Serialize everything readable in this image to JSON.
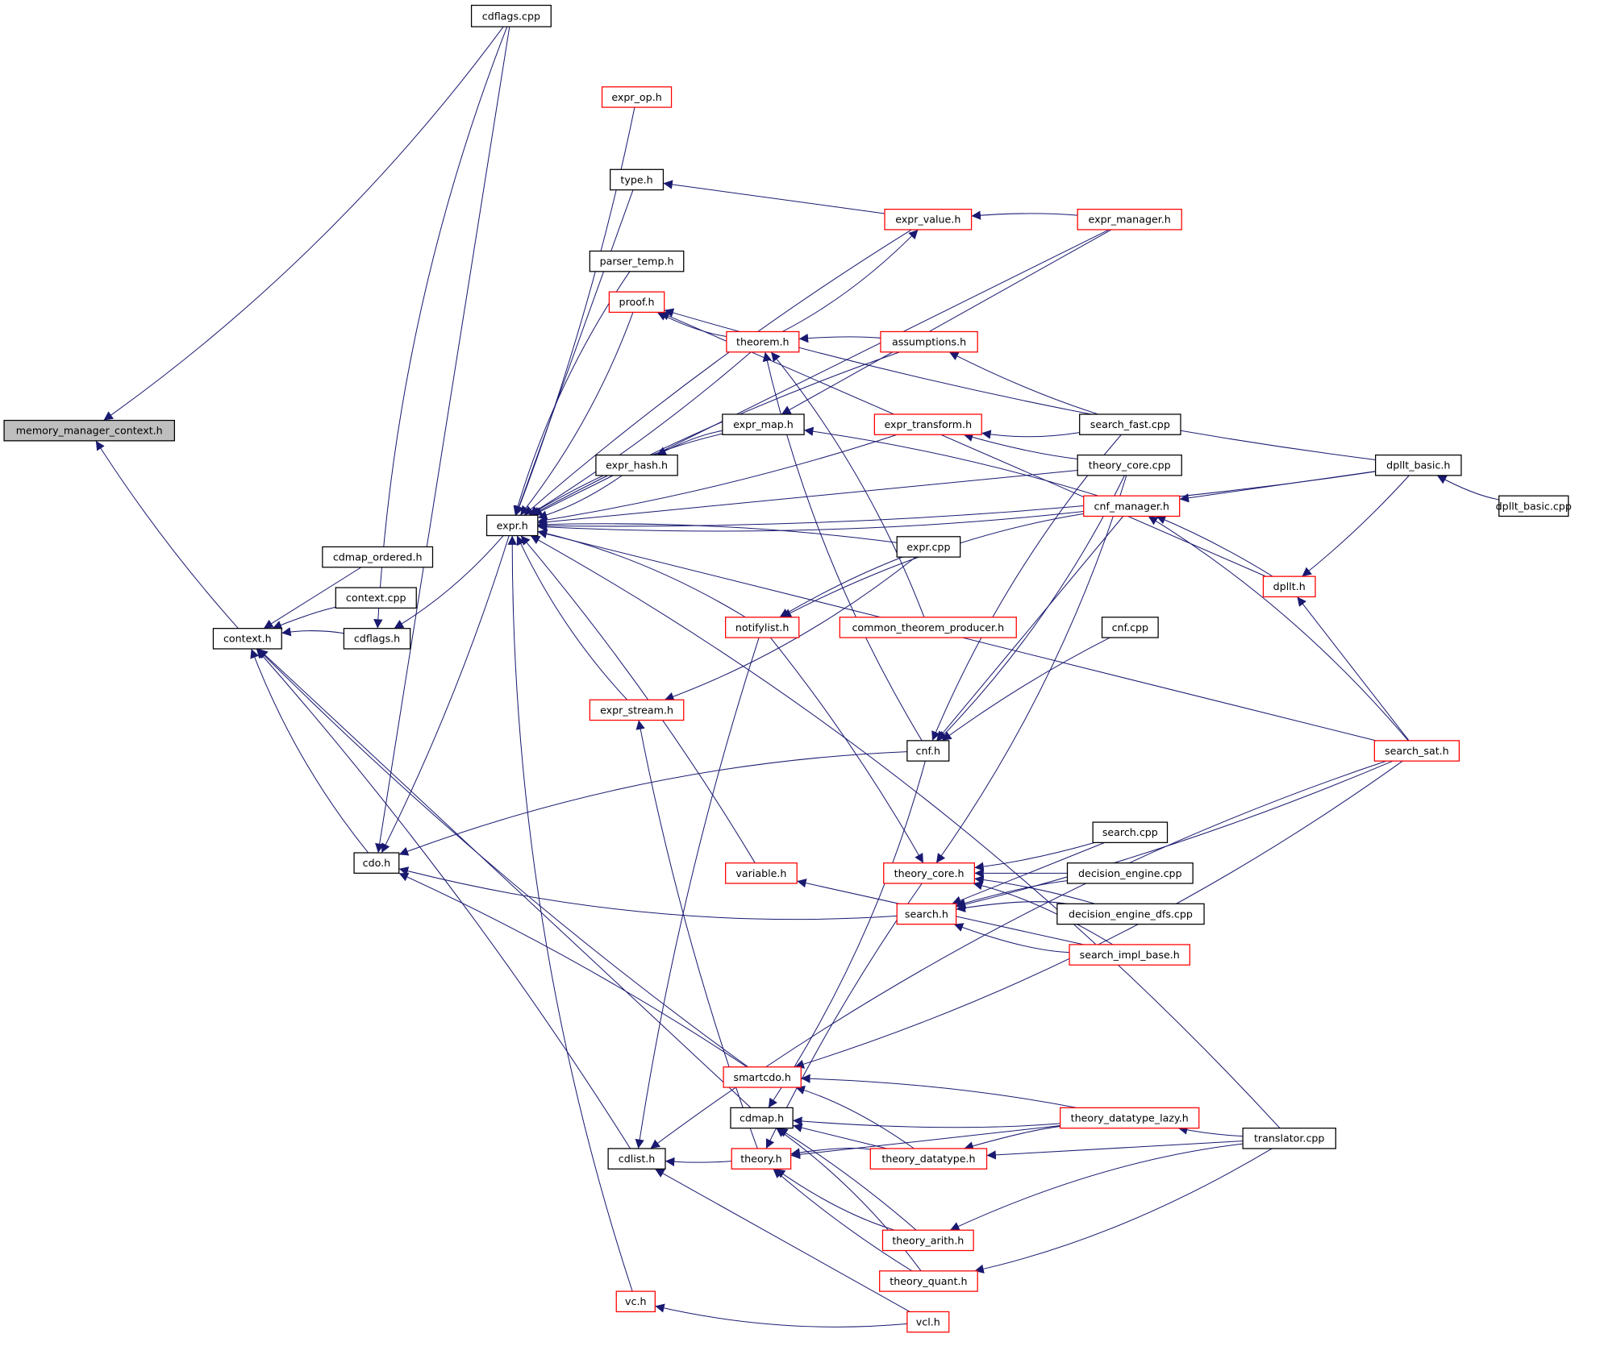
{
  "graph": {
    "edge_color": "#191970",
    "root_fill": "#bfbfbf",
    "border_black": "#000000",
    "border_red": "#ff0000",
    "nodes": [
      {
        "label": "memory_manager_context.h",
        "border": "black",
        "root": true
      },
      {
        "label": "cdflags.cpp",
        "border": "black"
      },
      {
        "label": "expr_op.h",
        "border": "red"
      },
      {
        "label": "type.h",
        "border": "black"
      },
      {
        "label": "expr_value.h",
        "border": "red"
      },
      {
        "label": "expr_manager.h",
        "border": "red"
      },
      {
        "label": "parser_temp.h",
        "border": "black"
      },
      {
        "label": "proof.h",
        "border": "red"
      },
      {
        "label": "theorem.h",
        "border": "red"
      },
      {
        "label": "assumptions.h",
        "border": "red"
      },
      {
        "label": "expr_map.h",
        "border": "black"
      },
      {
        "label": "expr_transform.h",
        "border": "red"
      },
      {
        "label": "search_fast.cpp",
        "border": "black"
      },
      {
        "label": "expr_hash.h",
        "border": "black"
      },
      {
        "label": "theory_core.cpp",
        "border": "black"
      },
      {
        "label": "dpllt_basic.h",
        "border": "black"
      },
      {
        "label": "cnf_manager.h",
        "border": "red"
      },
      {
        "label": "dpllt_basic.cpp",
        "border": "black"
      },
      {
        "label": "expr.h",
        "border": "black"
      },
      {
        "label": "cdmap_ordered.h",
        "border": "black"
      },
      {
        "label": "expr.cpp",
        "border": "black"
      },
      {
        "label": "context.cpp",
        "border": "black"
      },
      {
        "label": "context.h",
        "border": "black"
      },
      {
        "label": "cdflags.h",
        "border": "black"
      },
      {
        "label": "dpllt.h",
        "border": "red"
      },
      {
        "label": "notifylist.h",
        "border": "red"
      },
      {
        "label": "common_theorem_producer.h",
        "border": "red"
      },
      {
        "label": "cnf.cpp",
        "border": "black"
      },
      {
        "label": "expr_stream.h",
        "border": "red"
      },
      {
        "label": "cnf.h",
        "border": "black"
      },
      {
        "label": "search_sat.h",
        "border": "red"
      },
      {
        "label": "search.cpp",
        "border": "black"
      },
      {
        "label": "cdo.h",
        "border": "black"
      },
      {
        "label": "variable.h",
        "border": "red"
      },
      {
        "label": "theory_core.h",
        "border": "red"
      },
      {
        "label": "decision_engine.cpp",
        "border": "black"
      },
      {
        "label": "search.h",
        "border": "red"
      },
      {
        "label": "decision_engine_dfs.cpp",
        "border": "black"
      },
      {
        "label": "search_impl_base.h",
        "border": "red"
      },
      {
        "label": "smartcdo.h",
        "border": "red"
      },
      {
        "label": "cdmap.h",
        "border": "black"
      },
      {
        "label": "theory_datatype_lazy.h",
        "border": "red"
      },
      {
        "label": "translator.cpp",
        "border": "black"
      },
      {
        "label": "cdlist.h",
        "border": "black"
      },
      {
        "label": "theory.h",
        "border": "red"
      },
      {
        "label": "theory_datatype.h",
        "border": "red"
      },
      {
        "label": "theory_arith.h",
        "border": "red"
      },
      {
        "label": "theory_quant.h",
        "border": "red"
      },
      {
        "label": "vc.h",
        "border": "red"
      },
      {
        "label": "vcl.h",
        "border": "red"
      }
    ],
    "edges": [
      [
        "cdflags.cpp",
        "memory_manager_context.h"
      ],
      [
        "context.h",
        "memory_manager_context.h"
      ],
      [
        "cdmap_ordered.h",
        "context.h"
      ],
      [
        "context.cpp",
        "context.h"
      ],
      [
        "cdflags.h",
        "context.h"
      ],
      [
        "cdo.h",
        "context.h"
      ],
      [
        "smartcdo.h",
        "context.h"
      ],
      [
        "cdmap.h",
        "context.h"
      ],
      [
        "cdlist.h",
        "context.h"
      ],
      [
        "cdflags.cpp",
        "cdflags.h"
      ],
      [
        "expr.h",
        "cdflags.h"
      ],
      [
        "expr.h",
        "cdo.h"
      ],
      [
        "cdflags.cpp",
        "cdo.h"
      ],
      [
        "smartcdo.h",
        "cdo.h"
      ],
      [
        "cnf.h",
        "cdo.h"
      ],
      [
        "search.h",
        "cdo.h"
      ],
      [
        "expr_op.h",
        "expr.h"
      ],
      [
        "type.h",
        "expr.h"
      ],
      [
        "expr_value.h",
        "expr.h"
      ],
      [
        "parser_temp.h",
        "expr.h"
      ],
      [
        "proof.h",
        "expr.h"
      ],
      [
        "theorem.h",
        "expr.h"
      ],
      [
        "expr_manager.h",
        "expr.h"
      ],
      [
        "assumptions.h",
        "expr.h"
      ],
      [
        "expr_map.h",
        "expr.h"
      ],
      [
        "expr_hash.h",
        "expr.h"
      ],
      [
        "expr_transform.h",
        "expr.h"
      ],
      [
        "theory_core.cpp",
        "expr.h"
      ],
      [
        "expr.cpp",
        "expr.h"
      ],
      [
        "notifylist.h",
        "expr.h"
      ],
      [
        "expr_stream.h",
        "expr.h"
      ],
      [
        "cnf_manager.h",
        "expr.h"
      ],
      [
        "search_sat.h",
        "expr.h"
      ],
      [
        "variable.h",
        "expr.h"
      ],
      [
        "translator.cpp",
        "expr.h"
      ],
      [
        "vc.h",
        "expr.h"
      ],
      [
        "dpllt_basic.h",
        "expr.h"
      ],
      [
        "expr_value.h",
        "type.h"
      ],
      [
        "expr_manager.h",
        "expr_value.h"
      ],
      [
        "theorem.h",
        "expr_value.h"
      ],
      [
        "theorem.h",
        "proof.h"
      ],
      [
        "dpllt_basic.h",
        "proof.h"
      ],
      [
        "dpllt.h",
        "proof.h"
      ],
      [
        "assumptions.h",
        "theorem.h"
      ],
      [
        "common_theorem_producer.h",
        "theorem.h"
      ],
      [
        "cnf.h",
        "theorem.h"
      ],
      [
        "search_fast.cpp",
        "assumptions.h"
      ],
      [
        "expr_manager.h",
        "expr_map.h"
      ],
      [
        "cnf_manager.h",
        "expr_map.h"
      ],
      [
        "expr_map.h",
        "expr_hash.h"
      ],
      [
        "search_fast.cpp",
        "expr_transform.h"
      ],
      [
        "theory_core.cpp",
        "expr_transform.h"
      ],
      [
        "dpllt_basic.h",
        "cnf_manager.h"
      ],
      [
        "dpllt.h",
        "cnf_manager.h"
      ],
      [
        "search_sat.h",
        "cnf_manager.h"
      ],
      [
        "dpllt_basic.cpp",
        "dpllt_basic.h"
      ],
      [
        "dpllt_basic.h",
        "dpllt.h"
      ],
      [
        "search_sat.h",
        "dpllt.h"
      ],
      [
        "expr.cpp",
        "notifylist.h"
      ],
      [
        "cnf_manager.h",
        "notifylist.h"
      ],
      [
        "expr.cpp",
        "expr_stream.h"
      ],
      [
        "theory.h",
        "expr_stream.h"
      ],
      [
        "cnf_manager.h",
        "cnf.h"
      ],
      [
        "cnf.cpp",
        "cnf.h"
      ],
      [
        "search_fast.cpp",
        "cnf.h"
      ],
      [
        "theory_core.cpp",
        "cnf.h"
      ],
      [
        "search.cpp",
        "theory_core.h"
      ],
      [
        "decision_engine.cpp",
        "theory_core.h"
      ],
      [
        "decision_engine_dfs.cpp",
        "theory_core.h"
      ],
      [
        "search_impl_base.h",
        "theory_core.h"
      ],
      [
        "theory_core.cpp",
        "theory_core.h"
      ],
      [
        "notifylist.h",
        "theory_core.h"
      ],
      [
        "search.cpp",
        "search.h"
      ],
      [
        "decision_engine.cpp",
        "search.h"
      ],
      [
        "decision_engine_dfs.cpp",
        "search.h"
      ],
      [
        "search_impl_base.h",
        "search.h"
      ],
      [
        "search_sat.h",
        "search.h"
      ],
      [
        "search_impl_base.h",
        "variable.h"
      ],
      [
        "theory_datatype_lazy.h",
        "smartcdo.h"
      ],
      [
        "theory_datatype.h",
        "smartcdo.h"
      ],
      [
        "search_sat.h",
        "smartcdo.h"
      ],
      [
        "theory_datatype_lazy.h",
        "cdmap.h"
      ],
      [
        "theory_datatype.h",
        "cdmap.h"
      ],
      [
        "theory_arith.h",
        "cdmap.h"
      ],
      [
        "theory_quant.h",
        "cdmap.h"
      ],
      [
        "cnf.h",
        "cdmap.h"
      ],
      [
        "translator.cpp",
        "theory_datatype_lazy.h"
      ],
      [
        "translator.cpp",
        "theory_datatype.h"
      ],
      [
        "theory_datatype_lazy.h",
        "theory_datatype.h"
      ],
      [
        "theory_datatype.h",
        "theory.h"
      ],
      [
        "theory_arith.h",
        "theory.h"
      ],
      [
        "theory_quant.h",
        "theory.h"
      ],
      [
        "theory_datatype_lazy.h",
        "theory.h"
      ],
      [
        "theory_core.h",
        "theory.h"
      ],
      [
        "translator.cpp",
        "theory_arith.h"
      ],
      [
        "translator.cpp",
        "theory_quant.h"
      ],
      [
        "theory.h",
        "cdlist.h"
      ],
      [
        "vcl.h",
        "cdlist.h"
      ],
      [
        "notifylist.h",
        "cdlist.h"
      ],
      [
        "search_sat.h",
        "cdlist.h"
      ],
      [
        "vcl.h",
        "vc.h"
      ]
    ]
  }
}
